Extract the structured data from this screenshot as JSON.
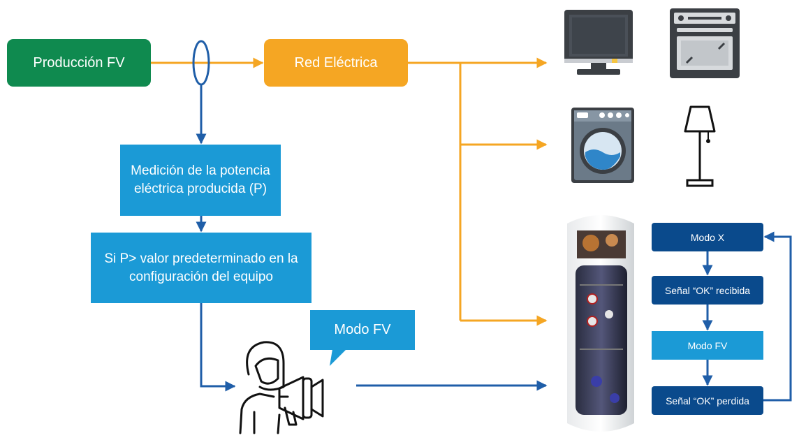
{
  "nodes": {
    "production": "Producción FV",
    "grid": "Red Eléctrica",
    "measurement": "Medición de la potencia eléctrica producida (P)",
    "condition": "Si P> valor predeterminado en la configuración del equipo",
    "speech_bubble": "Modo FV"
  },
  "states": {
    "mode_x": "Modo X",
    "ok_received": "Señal “OK” recibida",
    "mode_fv": "Modo FV",
    "ok_lost": "Señal “OK” perdida"
  },
  "colors": {
    "pv_green": "#0f8a4f",
    "grid_orange": "#f5a623",
    "process_blue": "#1b9ad6",
    "dark_blue": "#0a4a8c",
    "icon_dark": "#3b3f44"
  },
  "icons": [
    "tv-icon",
    "oven-icon",
    "washing-machine-icon",
    "lamp-icon",
    "heat-pump-water-heater-image",
    "person-megaphone-icon",
    "current-sensor-clamp-icon"
  ]
}
